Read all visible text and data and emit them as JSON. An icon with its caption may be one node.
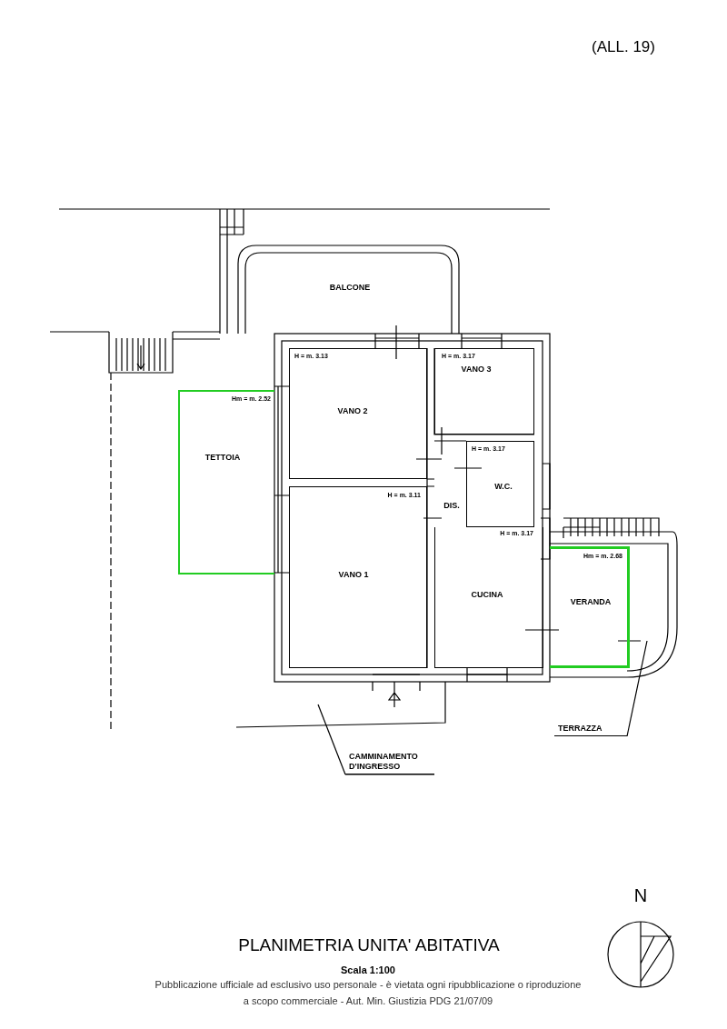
{
  "diagram": {
    "title": "PLANIMETRIA UNITA' ABITATIVA",
    "caption": "Pubblicazione ufficiale ad esclusivo uso personale - è vietata ogni ripubblicazione o riproduzione a scopo commerciale - Aut. Min. Giustizia PDG 21/07/09",
    "nodes": [
      {
        "text": [
          "BALCONE"
        ]
      },
      {
        "text": [
          "H = m. 3.13",
          "VANO 2"
        ]
      },
      {
        "text": [
          "H = m. 3.17",
          "VANO 3"
        ]
      },
      {
        "text": [
          "Hm = m. 2.52",
          "TETTOIA"
        ]
      },
      {
        "text": [
          "H = m. 3.17",
          "W.C."
        ]
      },
      {
        "text": [
          "DIS."
        ]
      },
      {
        "text": [
          "H = m. 3.11",
          "VANO 1"
        ]
      },
      {
        "text": [
          "H = m. 3.17",
          "CUCINA"
        ]
      },
      {
        "text": [
          "Hm = m. 2.68",
          "VERANDA"
        ]
      },
      {
        "text": [
          "CAMMINAMENTO D'INGRESSO"
        ]
      },
      {
        "text": [
          "TERRAZZA"
        ]
      }
    ],
    "edges": [
      {
        "from": 9,
        "to": null,
        "arrow": "none"
      },
      {
        "from": 10,
        "to": null,
        "arrow": "none"
      }
    ],
    "labels": [
      "(ALL. 19)",
      "Scala 1:100",
      "N"
    ]
  }
}
